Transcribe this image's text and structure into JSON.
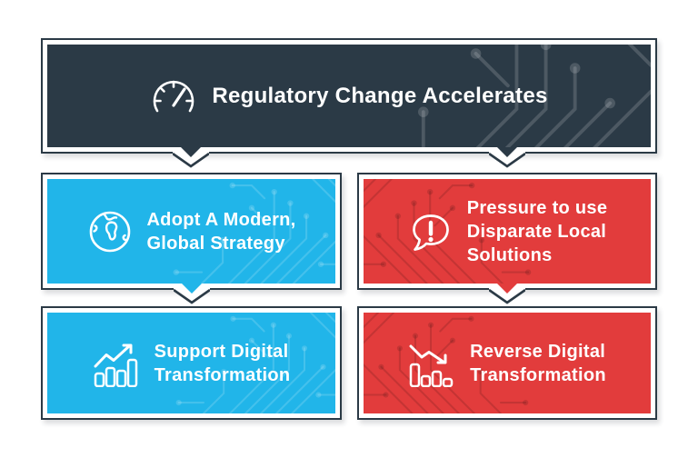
{
  "colors": {
    "navy": "#2b3a46",
    "blue": "#21b5e9",
    "red": "#e23c3c",
    "text": "#ffffff"
  },
  "header": {
    "title": "Regulatory Change Accelerates",
    "icon": "speedometer-icon"
  },
  "boxes": [
    {
      "id": "adopt",
      "color": "blue",
      "icon": "globe-icon",
      "lines": [
        "Adopt A Modern,",
        "Global Strategy"
      ]
    },
    {
      "id": "pressure",
      "color": "red",
      "icon": "alert-bubble-icon",
      "lines": [
        "Pressure to use",
        "Disparate Local",
        "Solutions"
      ]
    },
    {
      "id": "support",
      "color": "blue",
      "icon": "chart-up-icon",
      "lines": [
        "Support Digital",
        "Transformation"
      ]
    },
    {
      "id": "reverse",
      "color": "red",
      "icon": "chart-down-icon",
      "lines": [
        "Reverse Digital",
        "Transformation"
      ]
    }
  ]
}
